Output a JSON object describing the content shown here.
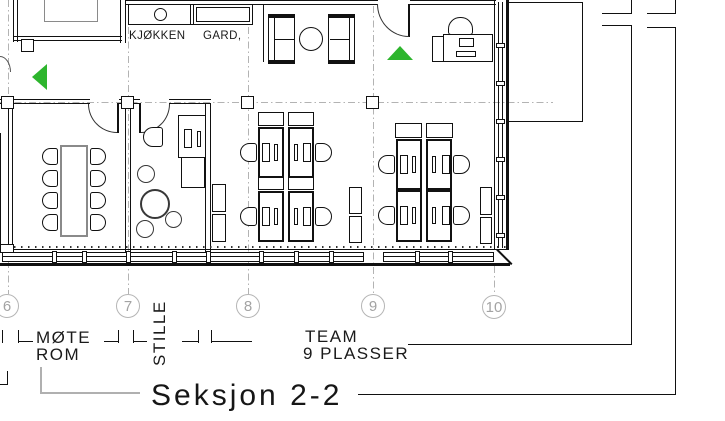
{
  "drawing": {
    "type": "architectural-floor-plan",
    "title": "Seksjon 2-2",
    "labels": {
      "kitchen": "KJØKKEN",
      "wardrobe": "GARD,",
      "meeting_room_line1": "MØTE",
      "meeting_room_line2": "ROM",
      "quiet_room": "STILLE",
      "team_line1": "TEAM",
      "team_line2": "9 PLASSER"
    },
    "grid_bubbles": [
      "6",
      "7",
      "8",
      "9",
      "10"
    ],
    "colors": {
      "arrow_green": "#2db52d",
      "grid_gray": "#b3b3b3",
      "line_black": "#111111"
    }
  }
}
